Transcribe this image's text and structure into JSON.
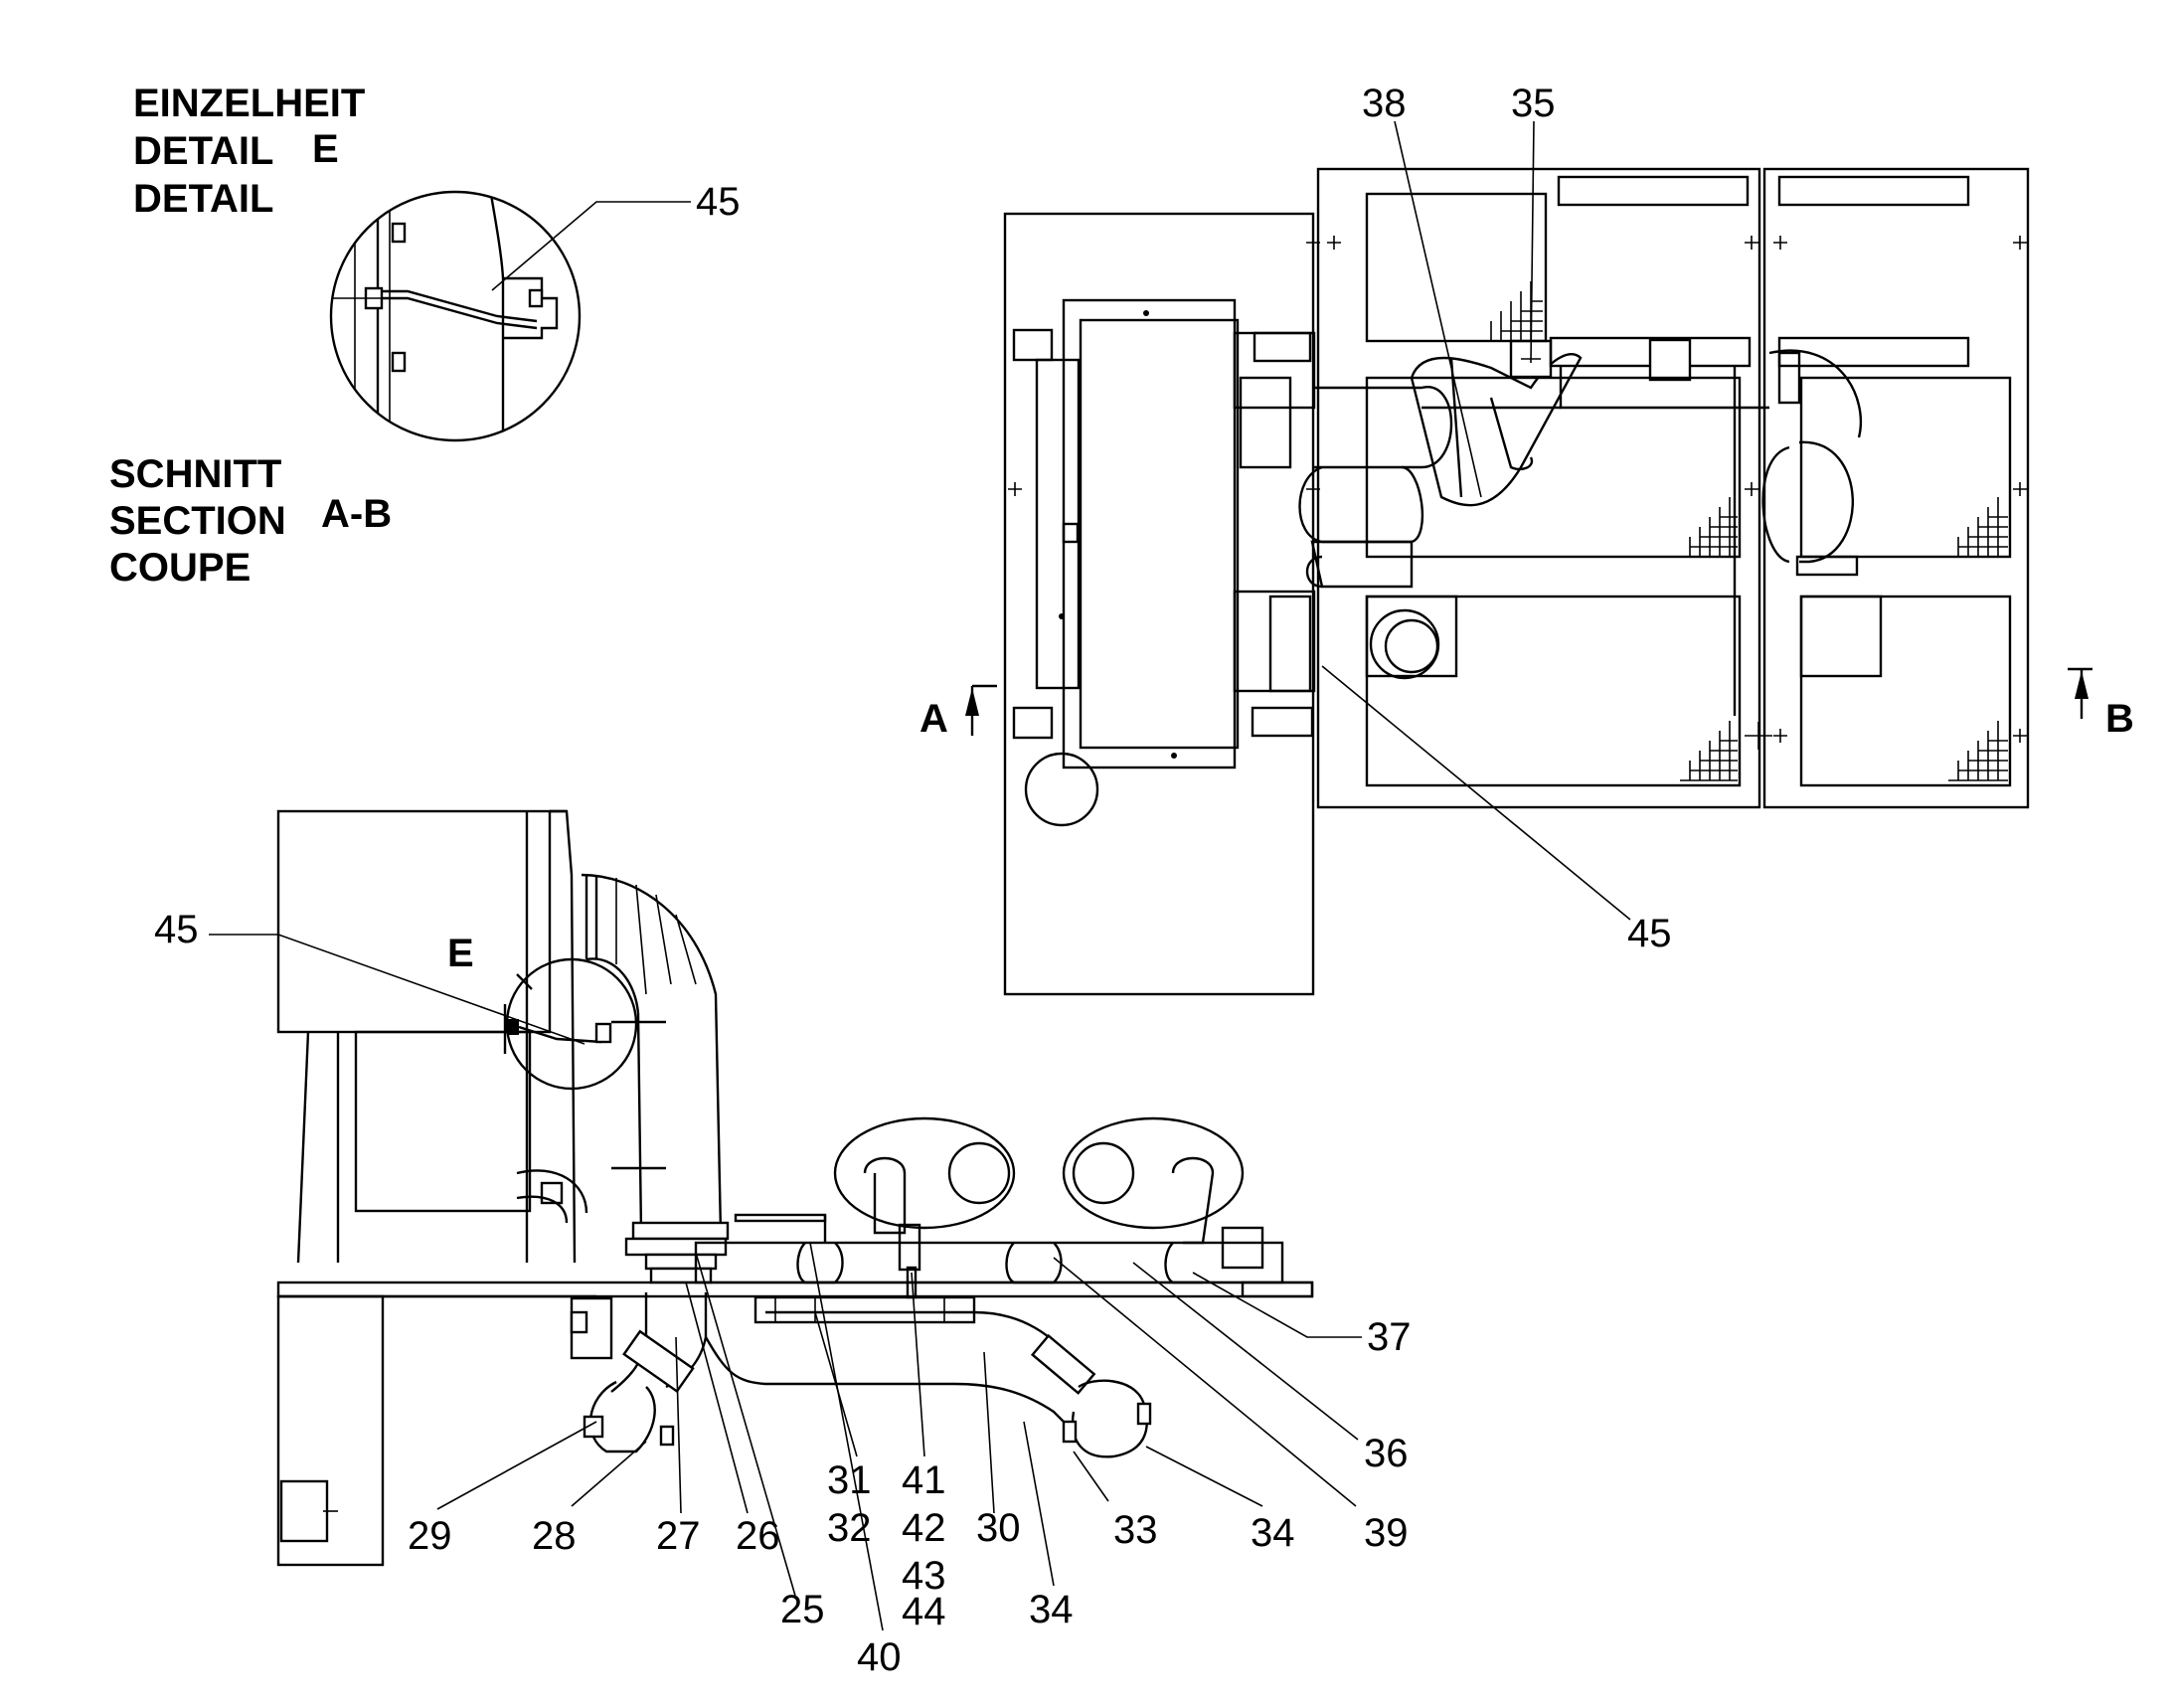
{
  "detail_heading": [
    "EINZELHEIT",
    "DETAIL",
    "DETAIL"
  ],
  "detail_letter": "E",
  "section_heading": [
    "SCHNITT",
    "SECTION",
    "COUPE"
  ],
  "section_letters": "A-B",
  "section_marks": {
    "left": "A",
    "right": "B"
  },
  "detail_marker": "E",
  "callouts": {
    "c45_detail": "45",
    "c45_side": "45",
    "c45_plan": "45",
    "c38": "38",
    "c35": "35",
    "c37": "37",
    "c36": "36",
    "c39": "39",
    "c34a": "34",
    "c34b": "34",
    "c33": "33",
    "c30": "30",
    "c31": "31",
    "c32": "32",
    "c41": "41",
    "c42": "42",
    "c43": "43",
    "c44": "44",
    "c40": "40",
    "c25": "25",
    "c26": "26",
    "c27": "27",
    "c28": "28",
    "c29": "29"
  }
}
